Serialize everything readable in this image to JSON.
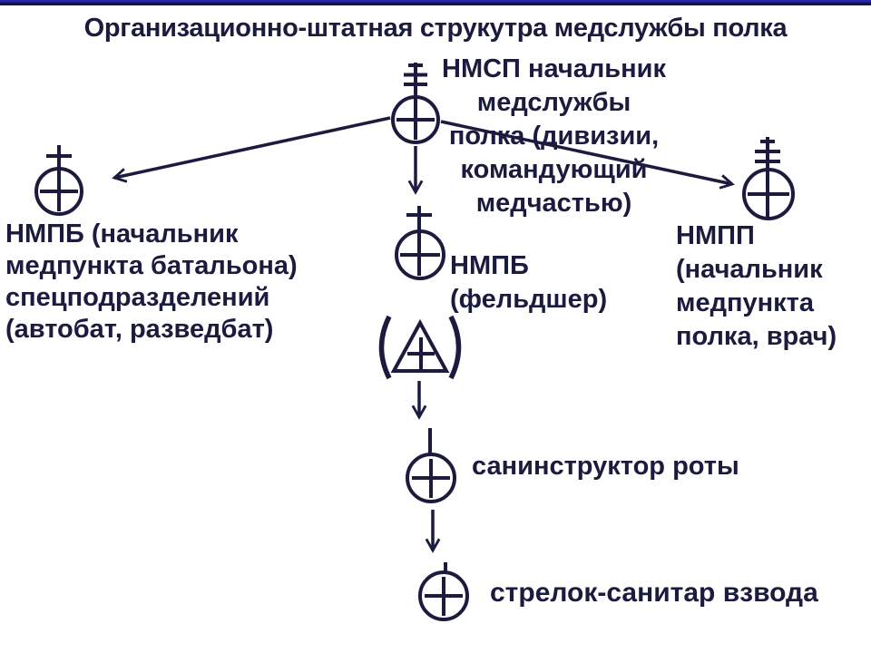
{
  "colors": {
    "ink": "#1b1b3f",
    "topbar_bright": "#2525b0",
    "topbar_dark": "#13134a",
    "background": "#ffffff"
  },
  "title": "Организационно-штатная струкутра медслужбы полка",
  "nodes": {
    "nmsp": {
      "icon": "circle-plus-three-bars-icon",
      "lines": [
        "НМСП начальник",
        "медслужбы",
        "полка (дивизии,",
        "командующий",
        "медчастью)"
      ]
    },
    "nmpb_left": {
      "icon": "circle-plus-cross-icon",
      "lines": [
        "НМПБ (начальник",
        "медпункта батальона)",
        "спецподразделений",
        "(автобат, разведбат)"
      ]
    },
    "nmpb_mid": {
      "icon": "circle-plus-cross-icon",
      "lines": [
        "НМПБ",
        "(фельдшер)"
      ]
    },
    "nmpp": {
      "icon": "circle-plus-three-bars-icon",
      "lines": [
        "НМПП",
        "(начальник",
        "медпункта",
        "полка, врач)"
      ]
    },
    "triangle_unit": {
      "icon": "triangle-plus-in-parentheses-icon"
    },
    "san_instructor": {
      "icon": "circle-plus-icon",
      "label": "санинструктор роты"
    },
    "sanitar": {
      "icon": "circle-plus-icon",
      "label": "стрелок-санитар взвода"
    }
  }
}
